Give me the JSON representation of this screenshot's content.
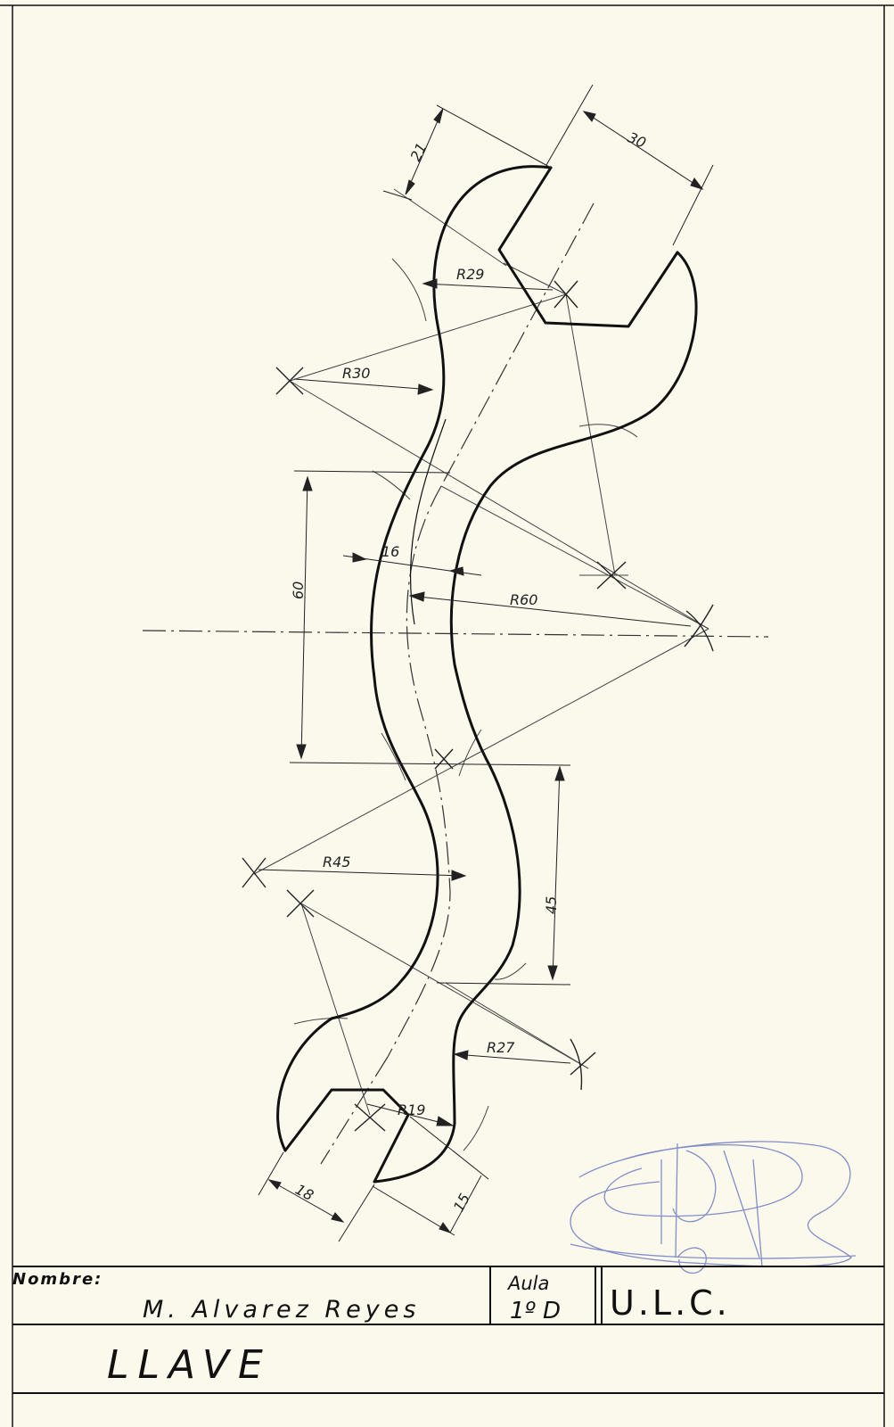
{
  "title_block": {
    "name_label": "Nombre:",
    "student_name": "M. Alvarez Reyes",
    "classroom_label": "Aula",
    "classroom_value": "1º D",
    "school": "U.L.C.",
    "drawing_title": "LLAVE"
  },
  "dimensions": {
    "jaw_top_depth": "21",
    "jaw_top_width": "30",
    "radius_top_head": "R29",
    "radius_top_neck": "R30",
    "handle_width": "16",
    "radius_center": "R60",
    "length_upper": "60",
    "length_lower": "45",
    "radius_lower_neck": "R45",
    "radius_lower_head_right": "R27",
    "radius_bottom_head": "R19",
    "jaw_bottom_width": "18",
    "jaw_bottom_depth": "15"
  },
  "colors": {
    "paper": "#fbf8ec",
    "ink": "#111111",
    "signature": "#6e7bc4"
  }
}
